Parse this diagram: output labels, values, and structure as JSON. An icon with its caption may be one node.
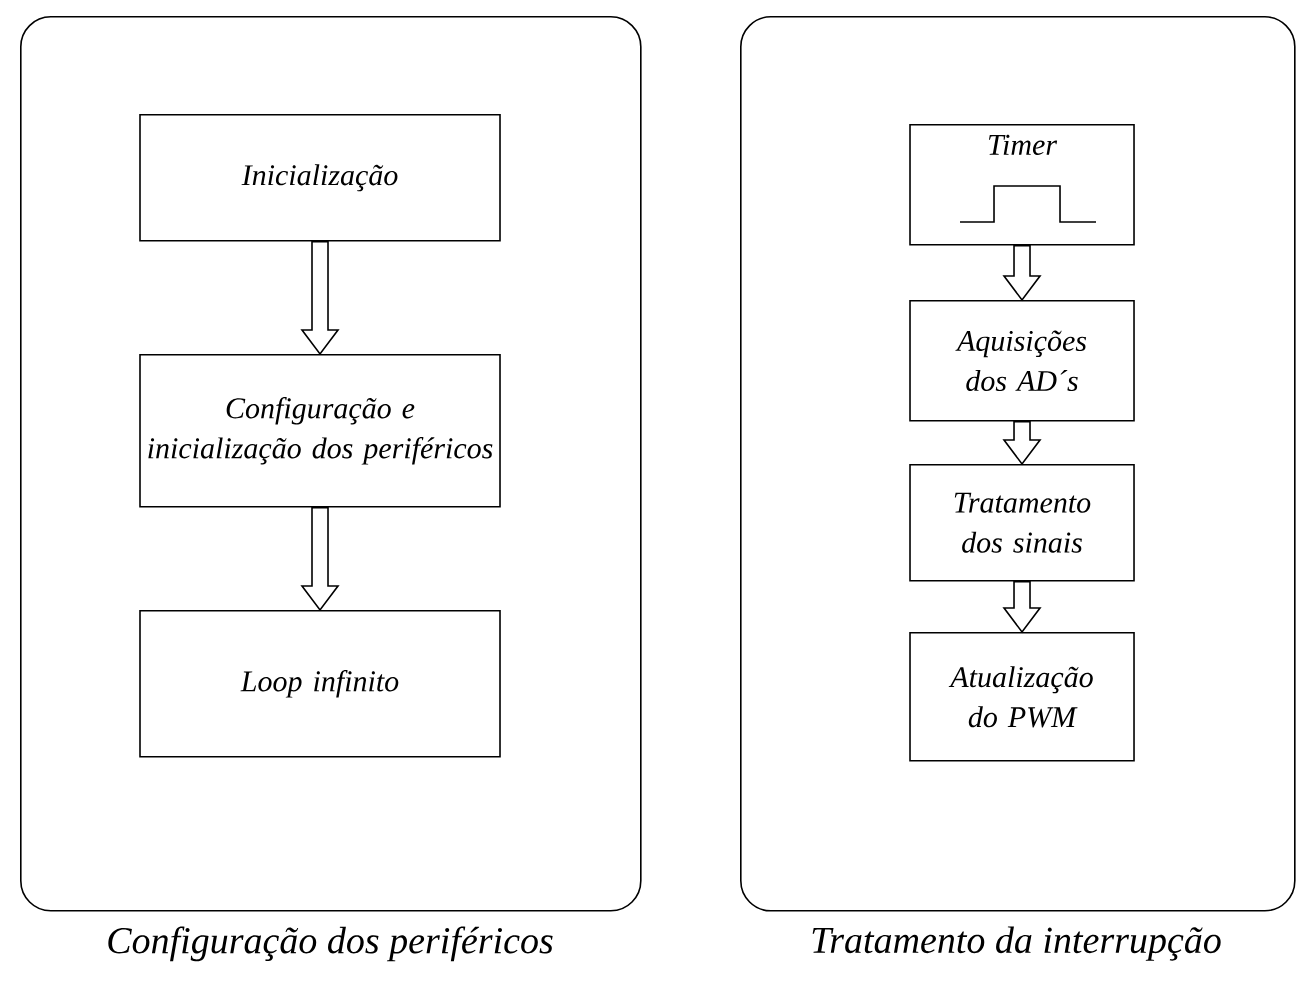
{
  "diagram": {
    "nodes": [
      {
        "text": [
          "Configuração dos periféricos"
        ]
      },
      {
        "text": [
          "Inicialização"
        ],
        "in": 0
      },
      {
        "text": [
          "Configuração e inicialização dos periféricos"
        ],
        "in": 0
      },
      {
        "text": [
          "Loop infinito"
        ],
        "in": 0
      },
      {
        "text": [
          "Tratamento da interrupção"
        ]
      },
      {
        "text": [
          "Timer"
        ],
        "in": 4
      },
      {
        "text": [
          "Aquisições dos AD´s"
        ],
        "in": 4
      },
      {
        "text": [
          "Tratamento dos sinais"
        ],
        "in": 4
      },
      {
        "text": [
          "Atualização do PWM"
        ],
        "in": 4
      }
    ],
    "edges": [
      {
        "from": 1,
        "to": 2,
        "arrow": "to"
      },
      {
        "from": 2,
        "to": 3,
        "arrow": "to"
      },
      {
        "from": 5,
        "to": 6,
        "arrow": "to"
      },
      {
        "from": 6,
        "to": 7,
        "arrow": "to"
      },
      {
        "from": 7,
        "to": 8,
        "arrow": "to"
      }
    ]
  }
}
